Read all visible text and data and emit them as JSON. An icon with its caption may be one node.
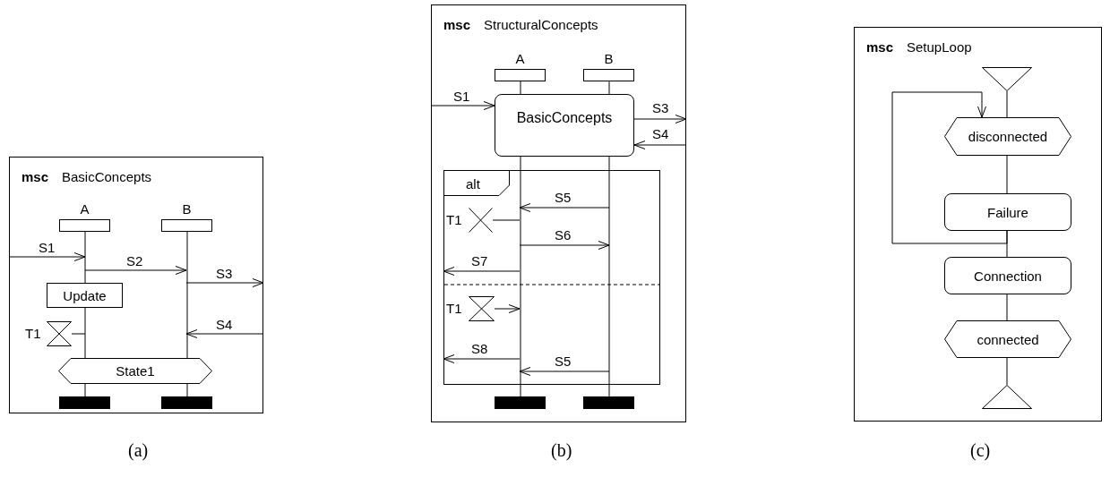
{
  "diagram": {
    "nodes": [
      {
        "text": [
          "msc",
          "BasicConcepts"
        ]
      },
      {
        "text": [
          "A"
        ],
        "in": 0
      },
      {
        "text": [
          "B"
        ],
        "in": 0
      },
      {
        "text": [
          "Update"
        ],
        "in": 0
      },
      {
        "text": [],
        "shape": "hourglass",
        "beside": [
          "T1"
        ],
        "in": 0
      },
      {
        "text": [
          "State1"
        ],
        "in": 0
      },
      {
        "text": [],
        "shape": "bar",
        "in": 0
      },
      {
        "text": [],
        "shape": "bar",
        "in": 0
      },
      {
        "text": [
          "msc",
          "StructuralConcepts"
        ]
      },
      {
        "text": [
          "A"
        ],
        "in": 8
      },
      {
        "text": [
          "B"
        ],
        "in": 8
      },
      {
        "text": [
          "BasicConcepts"
        ],
        "in": 8
      },
      {
        "text": [
          "alt"
        ],
        "in": 8
      },
      {
        "text": [],
        "shape": "cross",
        "beside": [
          "T1"
        ],
        "in": 12
      },
      {
        "text": [],
        "shape": "hourglass",
        "beside": [
          "T1"
        ],
        "in": 12
      },
      {
        "text": [],
        "shape": "bar",
        "in": 8
      },
      {
        "text": [],
        "shape": "bar",
        "in": 8
      },
      {
        "text": [
          "msc",
          "SetupLoop"
        ]
      },
      {
        "text": [],
        "shape": "triangle",
        "in": 17
      },
      {
        "text": [
          "disconnected"
        ],
        "in": 17
      },
      {
        "text": [
          "Failure"
        ],
        "in": 17
      },
      {
        "text": [
          "Connection"
        ],
        "in": 17
      },
      {
        "text": [
          "connected"
        ],
        "in": 17
      },
      {
        "text": [],
        "shape": "triangle",
        "in": 17
      }
    ],
    "edges": [
      {
        "from": null,
        "to": 1,
        "arrow": "to",
        "label": "S1"
      },
      {
        "from": 1,
        "to": 2,
        "arrow": "to",
        "label": "S2"
      },
      {
        "from": 2,
        "to": null,
        "arrow": "to",
        "label": "S3"
      },
      {
        "from": 1,
        "to": 4,
        "arrow": "none"
      },
      {
        "from": null,
        "to": 2,
        "arrow": "to",
        "label": "S4"
      },
      {
        "from": null,
        "to": 11,
        "arrow": "to",
        "label": "S1"
      },
      {
        "from": 11,
        "to": null,
        "arrow": "to",
        "label": "S3"
      },
      {
        "from": null,
        "to": 11,
        "arrow": "to",
        "label": "S4"
      },
      {
        "from": 10,
        "to": 9,
        "arrow": "to",
        "label": "S5"
      },
      {
        "from": 9,
        "to": 13,
        "arrow": "none"
      },
      {
        "from": 9,
        "to": 10,
        "arrow": "to",
        "label": "S6"
      },
      {
        "from": 9,
        "to": 12,
        "arrow": "to",
        "label": "S7"
      },
      {
        "from": 14,
        "to": 9,
        "arrow": "to"
      },
      {
        "from": 9,
        "to": 12,
        "arrow": "to",
        "label": "S8"
      },
      {
        "from": 10,
        "to": 9,
        "arrow": "to",
        "label": "S5"
      },
      {
        "from": 18,
        "to": 19,
        "arrow": "none"
      },
      {
        "from": 19,
        "to": 20,
        "arrow": "none"
      },
      {
        "from": 20,
        "to": 21,
        "arrow": "none"
      },
      {
        "from": 20,
        "to": 19,
        "arrow": "to"
      },
      {
        "from": 21,
        "to": 22,
        "arrow": "none"
      },
      {
        "from": 22,
        "to": 23,
        "arrow": "none"
      }
    ],
    "labels": [
      "(a)",
      "(b)",
      "(c)"
    ]
  }
}
